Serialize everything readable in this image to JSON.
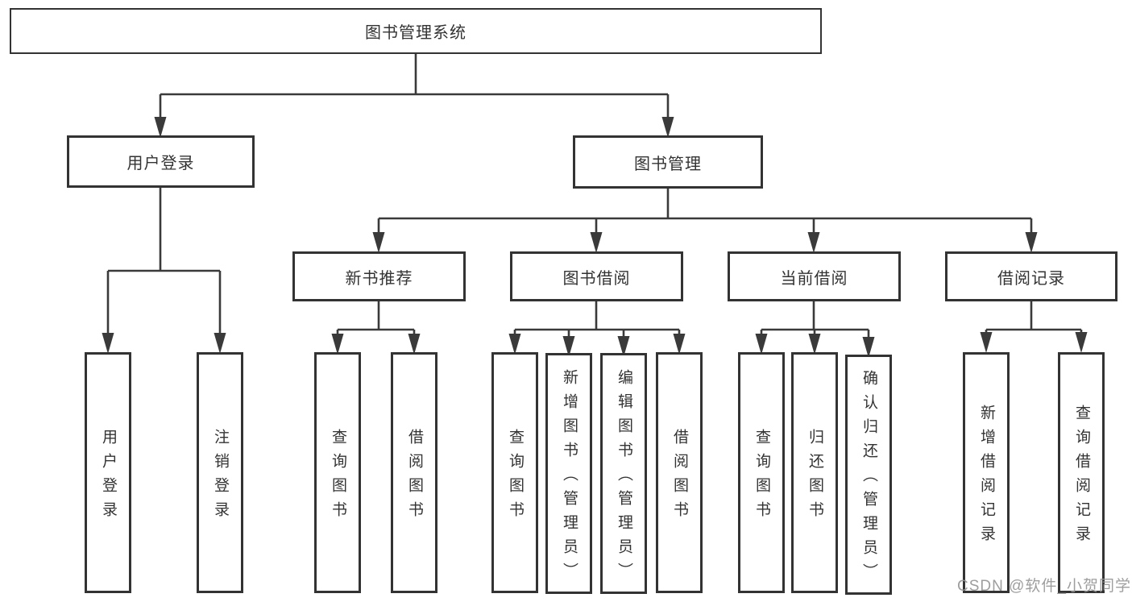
{
  "tree": {
    "root": {
      "label": "图书管理系统"
    },
    "branches": [
      {
        "label": "用户登录",
        "children": [
          {
            "label": "用户登录"
          },
          {
            "label": "注销登录"
          }
        ]
      },
      {
        "label": "图书管理",
        "children": [
          {
            "label": "新书推荐",
            "children": [
              {
                "label": "查询图书"
              },
              {
                "label": "借阅图书"
              }
            ]
          },
          {
            "label": "图书借阅",
            "children": [
              {
                "label": "查询图书"
              },
              {
                "label": "新增图书（管理员）"
              },
              {
                "label": "编辑图书（管理员）"
              },
              {
                "label": "借阅图书"
              }
            ]
          },
          {
            "label": "当前借阅",
            "children": [
              {
                "label": "查询图书"
              },
              {
                "label": "归还图书"
              },
              {
                "label": "确认归还（管理员）"
              }
            ]
          },
          {
            "label": "借阅记录",
            "children": [
              {
                "label": "新增借阅记录"
              },
              {
                "label": "查询借阅记录"
              }
            ]
          }
        ]
      }
    ]
  },
  "watermark": "CSDN @软件_小贺同学",
  "colors": {
    "line": "#3a3a3a",
    "border": "#333333",
    "text": "#333333",
    "watermark": "#969696",
    "background": "#ffffff"
  }
}
